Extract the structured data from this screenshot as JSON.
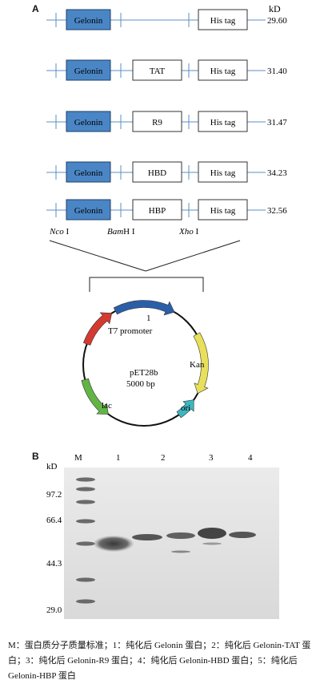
{
  "panelA": {
    "label": "A",
    "unit": "kD",
    "constructs": [
      {
        "gene": "Gelonin",
        "insert": "",
        "tag": "His tag",
        "kd": "29.60"
      },
      {
        "gene": "Gelonin",
        "insert": "TAT",
        "tag": "His tag",
        "kd": "31.40"
      },
      {
        "gene": "Gelonin",
        "insert": "R9",
        "tag": "His tag",
        "kd": "31.47"
      },
      {
        "gene": "Gelonin",
        "insert": "HBD",
        "tag": "His tag",
        "kd": "34.23"
      },
      {
        "gene": "Gelonin",
        "insert": "HBP",
        "tag": "His tag",
        "kd": "32.56"
      }
    ],
    "sites": {
      "nco_italic": "Nco",
      "nco_num": " I",
      "bam_italic": "Bam",
      "bam_num": "H I",
      "xho_italic": "Xho",
      "xho_num": " I"
    },
    "plasmid": {
      "name": "pET28b",
      "size": "5000 bp",
      "promoter": "T7 promoter",
      "site_num": "1",
      "kan": "Kan",
      "ori": "ori",
      "lac": "lac"
    }
  },
  "panelB": {
    "label": "B",
    "unit": "kD",
    "lanes": [
      "M",
      "1",
      "2",
      "3",
      "4"
    ],
    "markers": [
      "97.2",
      "66.4",
      "44.3",
      "29.0"
    ]
  },
  "caption": "M：蛋白质分子质量标准；1：纯化后 Gelonin 蛋白；2：纯化后 Gelonin-TAT 蛋白；3：纯化后 Gelonin-R9 蛋白；4：纯化后 Gelonin-HBD 蛋白；5：纯化后 Gelonin-HBP 蛋白",
  "colors": {
    "gelonin_box": "#4a86c5",
    "arrow_red": "#d43a32",
    "arrow_blue": "#2a5fa8",
    "arrow_yellow": "#e8e05a",
    "arrow_cyan": "#3cb7c2",
    "arrow_green": "#62b545",
    "line_blue": "#5b8fc6"
  }
}
